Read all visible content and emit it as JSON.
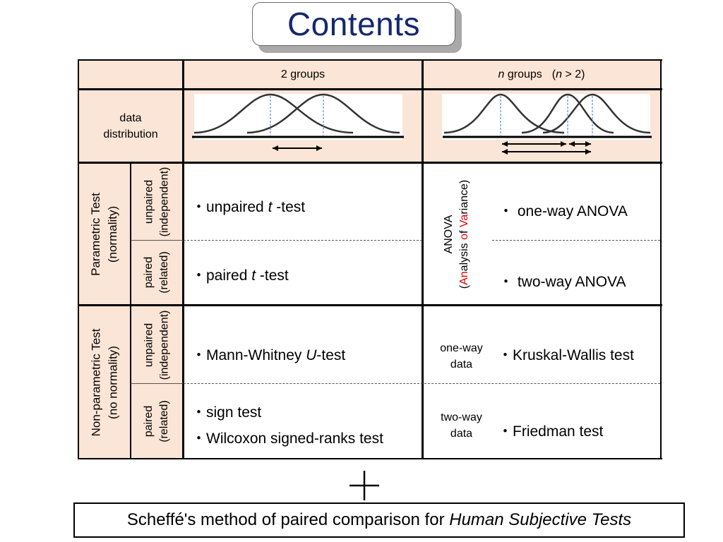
{
  "title": "Contents",
  "header": {
    "two_groups": "2 groups",
    "n_groups": {
      "n1": "n",
      "groups": " groups",
      "paren_open": "(",
      "n2": "n",
      "rest": " > 2)"
    }
  },
  "row_labels": {
    "data_distribution": [
      "data",
      "distribution"
    ],
    "parametric": [
      "Parametric Test",
      "(normality)"
    ],
    "nonparametric": [
      "Non-parametric Test",
      "(no normality)"
    ],
    "unpaired": [
      "unpaired",
      "(independent)"
    ],
    "paired": [
      "paired",
      "(related)"
    ]
  },
  "tests": {
    "unpaired_t": {
      "pre": "・unpaired ",
      "t": "t",
      "post": " -test"
    },
    "paired_t": {
      "pre": "・paired ",
      "t": "t",
      "post": " -test"
    },
    "mann_whitney": {
      "pre": "・Mann-Whitney ",
      "u": "U",
      "post": "-test"
    },
    "sign": "・sign test",
    "wilcoxon": "・Wilcoxon signed-ranks test",
    "one_way_anova": "・ one-way ANOVA",
    "two_way_anova": "・ two-way ANOVA",
    "kruskal": "・Kruskal-Wallis test",
    "friedman": "・Friedman test"
  },
  "anova": {
    "line1": "ANOVA",
    "line2": {
      "p1": "(",
      "a": "An",
      "p2": "alysis ",
      "o": "o",
      "p3": "f ",
      "va": "Va",
      "p4": "riance)"
    }
  },
  "data_kind": {
    "one_way": [
      "one-way",
      "data"
    ],
    "two_way": [
      "two-way",
      "data"
    ]
  },
  "bottom": {
    "normal": "Scheffé's method of paired comparison for ",
    "italic": "Human Subjective Tests"
  },
  "colors": {
    "title": "#14286e",
    "peach": "#fbe5d6",
    "red": "#e00000",
    "curve": "#333333",
    "mean_line": "#5b8fd6"
  }
}
